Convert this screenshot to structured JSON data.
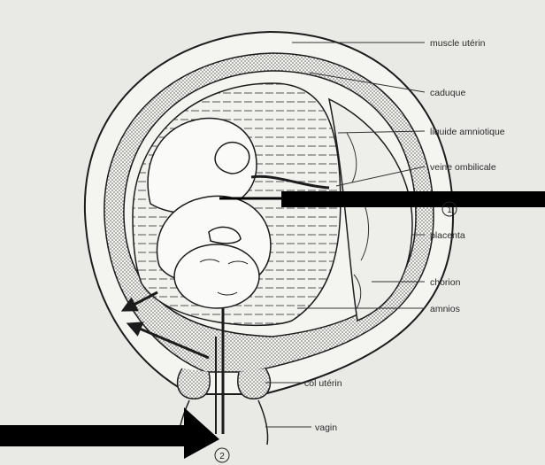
{
  "labels": {
    "muscle": "muscle utérin",
    "caduque": "caduque",
    "liquide": "liquide amniotique",
    "veine": "veine ombilicale",
    "placenta": "placenta",
    "chorion": "chorion",
    "amnios": "amnios",
    "col": "col utérin",
    "vagin": "vagin"
  },
  "markers": {
    "one": "1",
    "two": "2"
  },
  "colors": {
    "background": "#e9e9e6",
    "ink": "#1c1c1c",
    "arrow": "#000000"
  }
}
